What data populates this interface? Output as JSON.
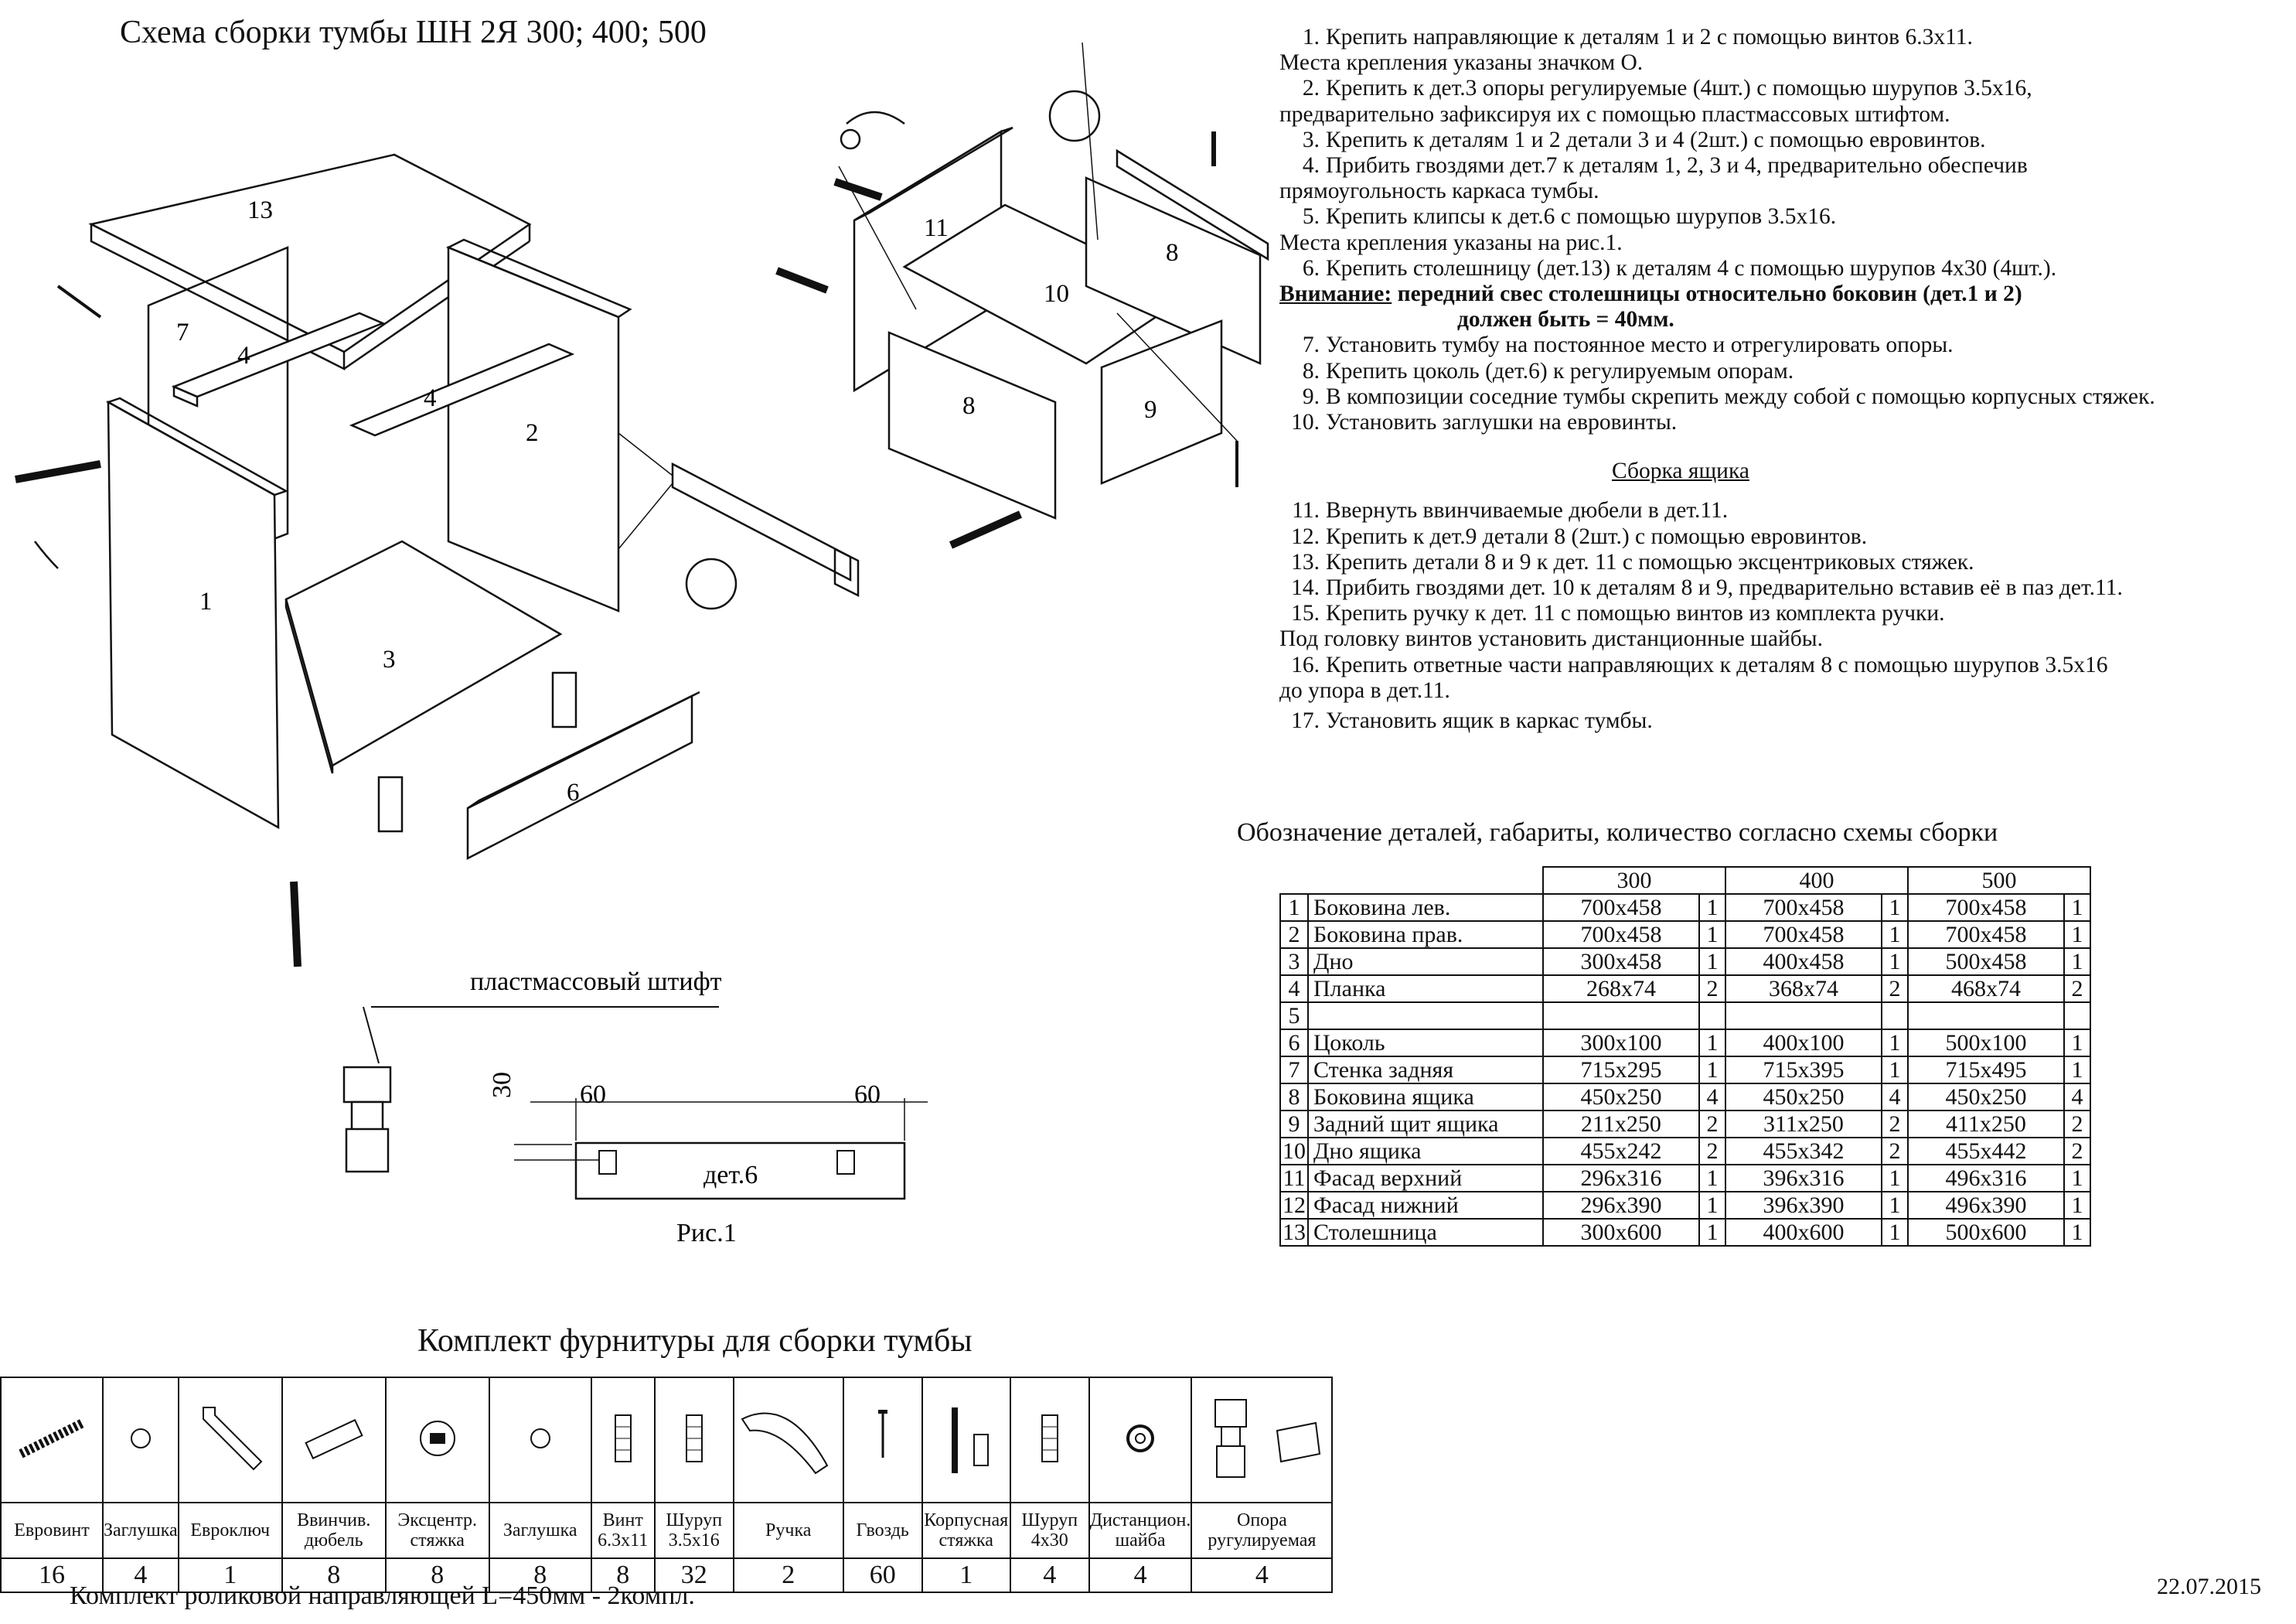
{
  "title": "Схема сборки тумбы ШН 2Я 300; 400; 500",
  "instructions": [
    {
      "num": "1.",
      "lines": [
        "Крепить направляющие к деталям 1 и 2 с помощью винтов 6.3х11.",
        "Места крепления указаны значком О."
      ]
    },
    {
      "num": "2.",
      "lines": [
        "Крепить к дет.3 опоры регулируемые (4шт.) с помощью шурупов 3.5х16,",
        "предварительно зафиксируя их с помощью пластмассовых штифтом."
      ]
    },
    {
      "num": "3.",
      "lines": [
        "Крепить к деталям 1 и 2 детали 3 и 4 (2шт.) с помощью евровинтов."
      ]
    },
    {
      "num": "4.",
      "lines": [
        "Прибить гвоздями дет.7 к деталям 1, 2, 3 и 4, предварительно обеспечив",
        " прямоугольность каркаса тумбы."
      ]
    },
    {
      "num": "5.",
      "lines": [
        "Крепить клипсы к дет.6 с помощью шурупов 3.5х16.",
        "Места крепления указаны на рис.1."
      ]
    },
    {
      "num": "6.",
      "lines": [
        "Крепить столешницу (дет.13) к деталям 4 с помощью шурупов 4х30 (4шт.)."
      ]
    }
  ],
  "warning_label": "Внимание:",
  "warning_text": " передний свес столешницы относительно боковин (дет.1 и 2)",
  "warning_text2": "должен быть = 40мм.",
  "instructions2": [
    {
      "num": "7.",
      "text": "Установить тумбу на постоянное место и отрегулировать опоры."
    },
    {
      "num": "8.",
      "text": "Крепить цоколь (дет.6) к регулируемым опорам."
    },
    {
      "num": "9.",
      "text": "В композиции соседние тумбы скрепить между собой с помощью корпусных  стяжек."
    },
    {
      "num": "10.",
      "text": "Установить заглушки на евровинты."
    }
  ],
  "drawer_heading": "Сборка ящика",
  "drawer_steps": [
    {
      "num": "11.",
      "lines": [
        "Ввернуть ввинчиваемые дюбели в дет.11."
      ]
    },
    {
      "num": "12.",
      "lines": [
        "Крепить к дет.9 детали 8 (2шт.) с помощью евровинтов."
      ]
    },
    {
      "num": "13.",
      "lines": [
        "Крепить детали 8 и 9 к дет. 11 с помощью эксцентриковых стяжек."
      ]
    },
    {
      "num": "14.",
      "lines": [
        "Прибить гвоздями дет. 10 к деталям 8 и 9, предварительно вставив её в паз дет.11."
      ]
    },
    {
      "num": "15.",
      "lines": [
        "Крепить ручку к дет. 11 с помощью винтов из комплекта ручки.",
        "Под головку винтов установить дистанционные шайбы."
      ]
    },
    {
      "num": "16.",
      "lines": [
        "Крепить ответные части направляющих к деталям 8 с помощью шурупов 3.5х16",
        "до упора в дет.11."
      ]
    },
    {
      "num": "17.",
      "lines": [
        "Установить ящик в каркас тумбы."
      ]
    }
  ],
  "spec_title": "Обозначение деталей, габариты, количество согласно схемы сборки",
  "spec_sizes": [
    "300",
    "400",
    "500"
  ],
  "spec_rows": [
    {
      "n": "1",
      "name": "Боковина лев.",
      "d300": "700х458",
      "q300": "1",
      "d400": "700х458",
      "q400": "1",
      "d500": "700х458",
      "q500": "1"
    },
    {
      "n": "2",
      "name": "Боковина прав.",
      "d300": "700х458",
      "q300": "1",
      "d400": "700х458",
      "q400": "1",
      "d500": "700х458",
      "q500": "1"
    },
    {
      "n": "3",
      "name": "Дно",
      "d300": "300х458",
      "q300": "1",
      "d400": "400х458",
      "q400": "1",
      "d500": "500х458",
      "q500": "1"
    },
    {
      "n": "4",
      "name": "Планка",
      "d300": "268х74",
      "q300": "2",
      "d400": "368х74",
      "q400": "2",
      "d500": "468х74",
      "q500": "2"
    },
    {
      "n": "5",
      "name": "",
      "d300": "",
      "q300": "",
      "d400": "",
      "q400": "",
      "d500": "",
      "q500": ""
    },
    {
      "n": "6",
      "name": "Цоколь",
      "d300": "300х100",
      "q300": "1",
      "d400": "400х100",
      "q400": "1",
      "d500": "500х100",
      "q500": "1"
    },
    {
      "n": "7",
      "name": "Стенка задняя",
      "d300": "715х295",
      "q300": "1",
      "d400": "715х395",
      "q400": "1",
      "d500": "715х495",
      "q500": "1"
    },
    {
      "n": "8",
      "name": "Боковина ящика",
      "d300": "450х250",
      "q300": "4",
      "d400": "450х250",
      "q400": "4",
      "d500": "450х250",
      "q500": "4"
    },
    {
      "n": "9",
      "name": "Задний щит ящика",
      "d300": "211х250",
      "q300": "2",
      "d400": "311х250",
      "q400": "2",
      "d500": "411х250",
      "q500": "2"
    },
    {
      "n": "10",
      "name": "Дно ящика",
      "d300": "455х242",
      "q300": "2",
      "d400": "455х342",
      "q400": "2",
      "d500": "455х442",
      "q500": "2"
    },
    {
      "n": "11",
      "name": "Фасад верхний",
      "d300": "296х316",
      "q300": "1",
      "d400": "396х316",
      "q400": "1",
      "d500": "496х316",
      "q500": "1"
    },
    {
      "n": "12",
      "name": "Фасад нижний",
      "d300": "296х390",
      "q300": "1",
      "d400": "396х390",
      "q400": "1",
      "d500": "496х390",
      "q500": "1"
    },
    {
      "n": "13",
      "name": "Столешница",
      "d300": "300х600",
      "q300": "1",
      "d400": "400х600",
      "q400": "1",
      "d500": "500х600",
      "q500": "1"
    }
  ],
  "part_labels": [
    "13",
    "7",
    "4",
    "4",
    "2",
    "1",
    "3",
    "6",
    "11",
    "10",
    "8",
    "8",
    "9"
  ],
  "pin_label": "пластмассовый штифт",
  "fig": {
    "dim30": "30",
    "dim60a": "60",
    "dim60b": "60",
    "part": "дет.6",
    "caption": "Рис.1"
  },
  "kit_title": "Комплект фурнитуры для сборки тумбы",
  "kit": [
    {
      "icon": "eurobolt-icon",
      "name": "Евровинт",
      "count": "16"
    },
    {
      "icon": "cap-icon",
      "name": "Заглушка",
      "count": "4"
    },
    {
      "icon": "hex-key-icon",
      "name": "Евроключ",
      "count": "1"
    },
    {
      "icon": "dowel-icon",
      "name": "Ввинчив. дюбель",
      "count": "8"
    },
    {
      "icon": "cam-lock-icon",
      "name": "Эксцентр. стяжка",
      "count": "8"
    },
    {
      "icon": "cap-icon",
      "name": "Заглушка",
      "count": "8"
    },
    {
      "icon": "screw-icon",
      "name": "Винт 6.3х11",
      "count": "8"
    },
    {
      "icon": "screw-icon",
      "name": "Шуруп 3.5х16",
      "count": "32"
    },
    {
      "icon": "handle-icon",
      "name": "Ручка",
      "count": "2"
    },
    {
      "icon": "nail-icon",
      "name": "Гвоздь",
      "count": "60"
    },
    {
      "icon": "connector-icon",
      "name": "Корпусная стяжка",
      "count": "1"
    },
    {
      "icon": "screw-icon",
      "name": "Шуруп 4х30",
      "count": "4"
    },
    {
      "icon": "washer-icon",
      "name": "Дистанцион. шайба",
      "count": "4"
    },
    {
      "icon": "leg-icon",
      "name": "Опора ругулируемая",
      "count": "4"
    }
  ],
  "rollers": "Комплект роликовой направляющей L=450мм - 2компл.",
  "date": "22.07.2015"
}
